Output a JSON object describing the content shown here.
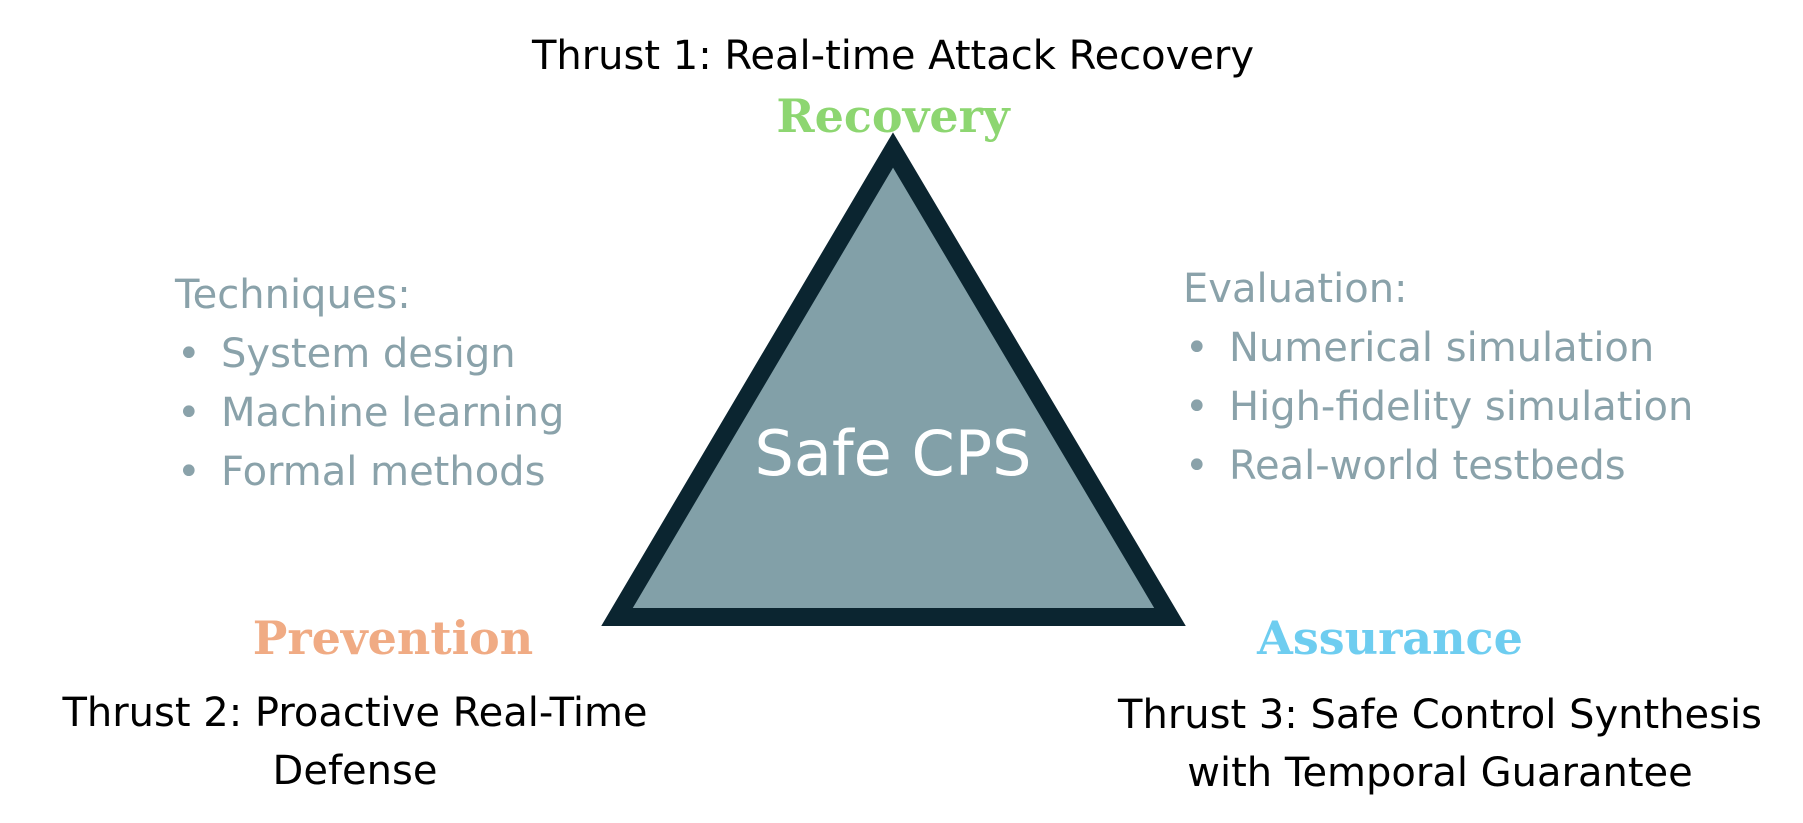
{
  "colors": {
    "triangle_fill": "#82a0a8",
    "triangle_stroke": "#0b2530",
    "recovery": "#8dd671",
    "prevention": "#f0ab84",
    "assurance": "#6ecdf0",
    "side_text": "#8aa2aa"
  },
  "center": {
    "label": "Safe CPS"
  },
  "top": {
    "thrust": "Thrust 1: Real-time Attack Recovery",
    "pillar": "Recovery"
  },
  "bottom_left": {
    "pillar": "Prevention",
    "thrust_line1": "Thrust 2: Proactive Real-Time",
    "thrust_line2": "Defense"
  },
  "bottom_right": {
    "pillar": "Assurance",
    "thrust_line1": "Thrust 3: Safe Control Synthesis",
    "thrust_line2": "with Temporal Guarantee"
  },
  "techniques": {
    "heading": "Techniques:",
    "bullet": "•",
    "items": [
      "System design",
      "Machine learning",
      "Formal methods"
    ]
  },
  "evaluation": {
    "heading": "Evaluation:",
    "bullet": "•",
    "items": [
      "Numerical simulation",
      "High-fidelity simulation",
      "Real-world testbeds"
    ]
  }
}
